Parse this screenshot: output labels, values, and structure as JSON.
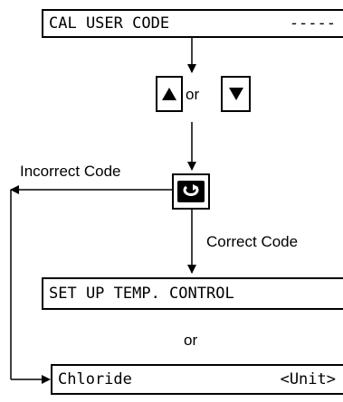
{
  "screens": {
    "cal_user_code": {
      "left": "CAL USER CODE",
      "right": "-----"
    },
    "set_up_temp": {
      "text": "SET UP TEMP. CONTROL"
    },
    "chloride": {
      "left": "Chloride",
      "right": "<Unit>"
    }
  },
  "keys": {
    "up": {
      "icon": "up-arrow-icon"
    },
    "down": {
      "icon": "down-arrow-icon"
    },
    "enter": {
      "icon": "enter-rotate-icon"
    }
  },
  "labels": {
    "or_keys": "or",
    "incorrect_code": "Incorrect Code",
    "correct_code": "Correct Code",
    "or_screens": "or"
  }
}
